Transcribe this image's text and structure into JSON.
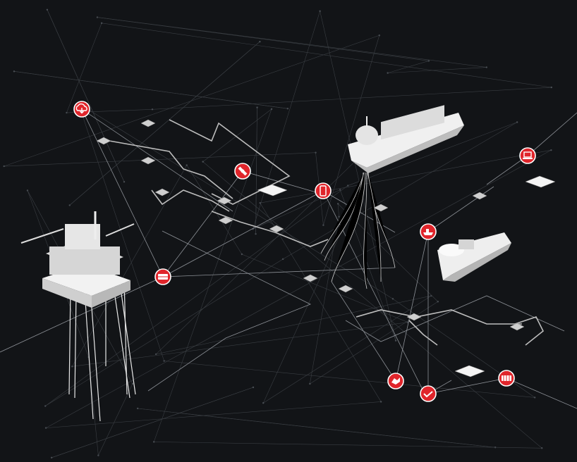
{
  "colors": {
    "background": "#121417",
    "accent": "#e0252b",
    "line": "#9a9ea3",
    "pipe": "#c8c8c8",
    "asset": "#eeeeee"
  },
  "nodes": [
    {
      "id": "cloud",
      "icon": "cloud-download-icon"
    },
    {
      "id": "satellite",
      "icon": "satellite-icon"
    },
    {
      "id": "mobile",
      "icon": "mobile-phone-icon"
    },
    {
      "id": "server",
      "icon": "server-icon"
    },
    {
      "id": "vessel",
      "icon": "ship-icon"
    },
    {
      "id": "laptop",
      "icon": "laptop-icon"
    },
    {
      "id": "drone",
      "icon": "drone-icon"
    },
    {
      "id": "check",
      "icon": "check-icon"
    },
    {
      "id": "router",
      "icon": "router-icon"
    }
  ],
  "assets": [
    "drilling-rig",
    "fpso-vessel",
    "supply-vessel",
    "subsea-templates"
  ]
}
